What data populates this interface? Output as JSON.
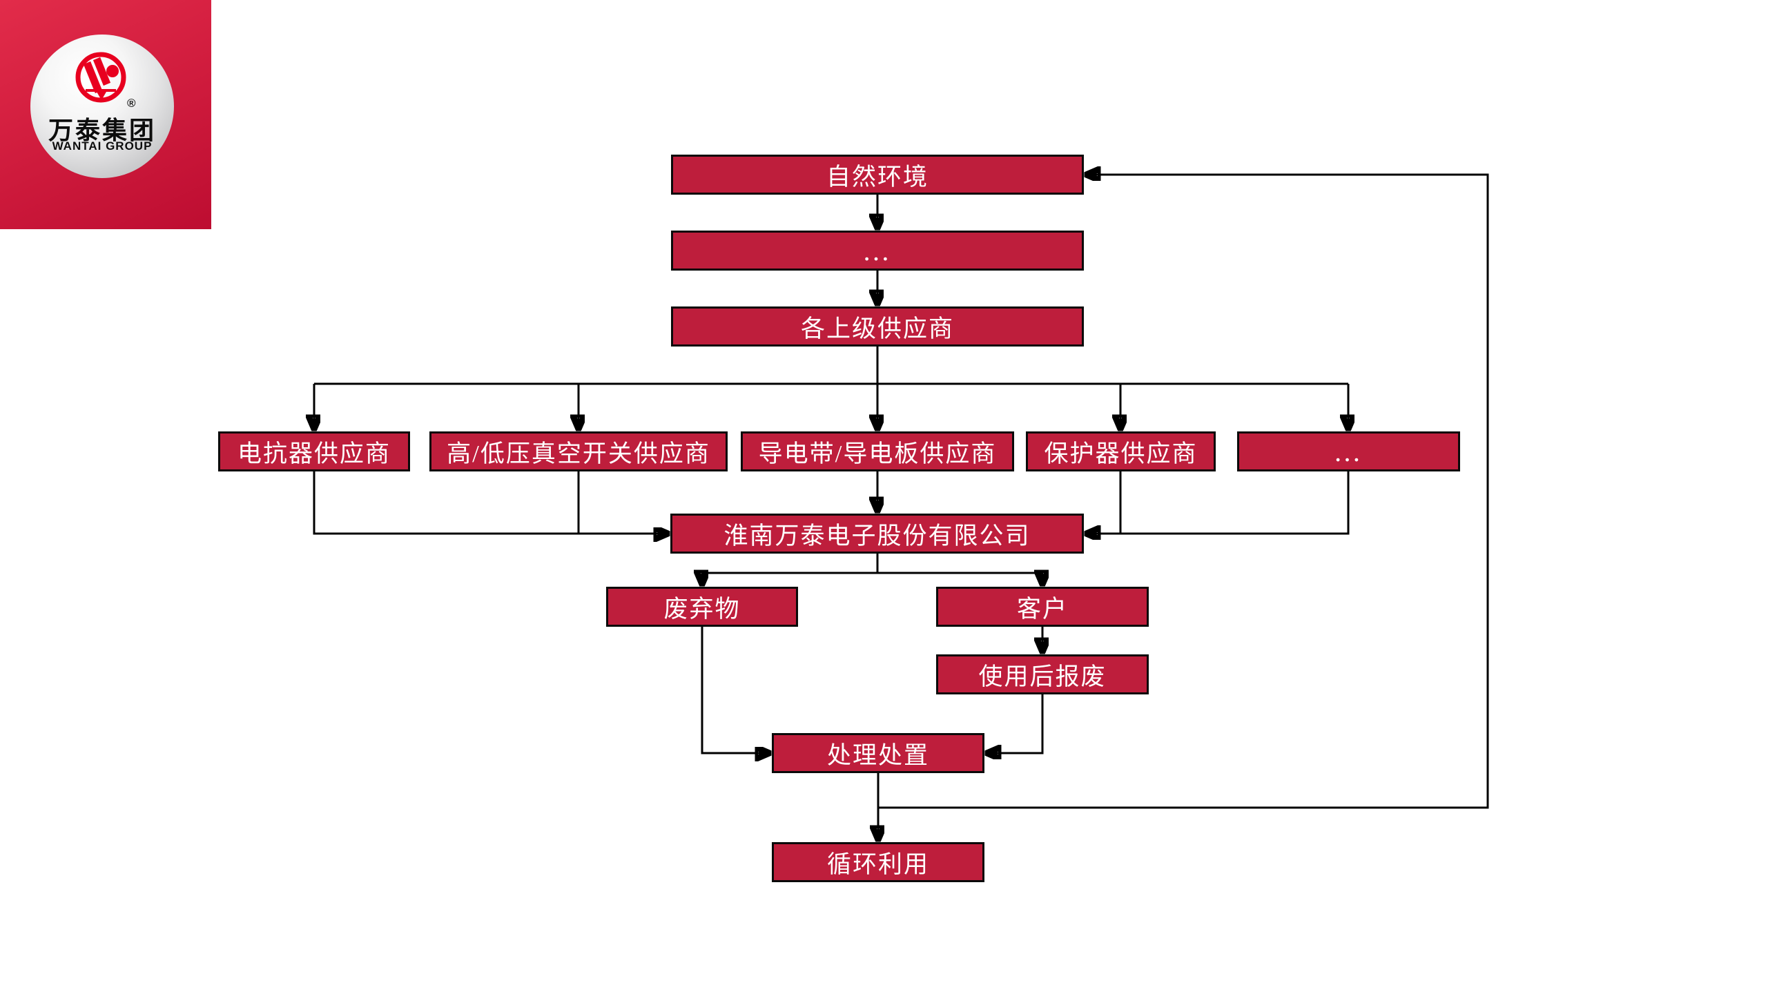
{
  "logo": {
    "brand_cn": "万泰集团",
    "brand_en": "WANTAI GROUP",
    "registered_mark": "®"
  },
  "colors": {
    "node_fill": "#be1e3c",
    "node_border": "#0a0a0a",
    "node_text": "#ffffff",
    "connector": "#000000",
    "logo_red_top": "#e22c4a",
    "logo_red_bottom": "#bd0d31",
    "logo_mark_red": "#e8001f",
    "background": "#ffffff"
  },
  "flowchart": {
    "nodes": {
      "natural_env": {
        "label": "自然环境"
      },
      "tier_dots": {
        "label": "…"
      },
      "upper_suppliers": {
        "label": "各上级供应商"
      },
      "reactor_supplier": {
        "label": "电抗器供应商"
      },
      "switch_supplier": {
        "label": "高/低压真空开关供应商"
      },
      "strip_supplier": {
        "label": "导电带/导电板供应商"
      },
      "protector_supplier": {
        "label": "保护器供应商"
      },
      "supplier_dots": {
        "label": "…"
      },
      "company": {
        "label": "淮南万泰电子股份有限公司"
      },
      "waste": {
        "label": "废弃物"
      },
      "customer": {
        "label": "客户"
      },
      "scrap_after_use": {
        "label": "使用后报废"
      },
      "disposal": {
        "label": "处理处置"
      },
      "recycling": {
        "label": "循环利用"
      }
    }
  }
}
